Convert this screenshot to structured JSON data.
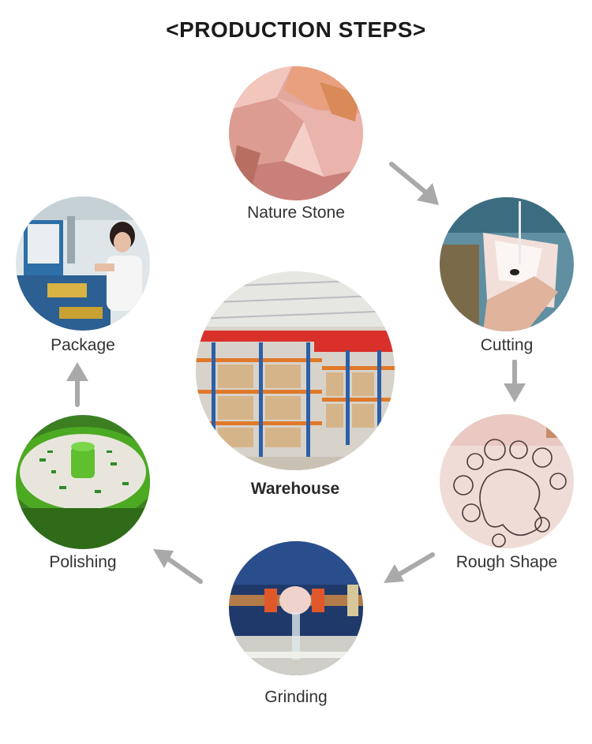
{
  "title": "<PRODUCTION STEPS>",
  "steps": [
    {
      "id": "nature-stone",
      "label": "Nature Stone",
      "image": "rose-quartz-rough-stones"
    },
    {
      "id": "cutting",
      "label": "Cutting",
      "image": "saw-cutting-crystal"
    },
    {
      "id": "rough-shape",
      "label": "Rough Shape",
      "image": "stone-slab-with-drawn-shapes"
    },
    {
      "id": "grinding",
      "label": "Grinding",
      "image": "grinding-wheel-with-water"
    },
    {
      "id": "polishing",
      "label": "Polishing",
      "image": "green-vibratory-tumbler"
    },
    {
      "id": "package",
      "label": "Package",
      "image": "packing-workshop-worker"
    }
  ],
  "center": {
    "id": "warehouse",
    "label": "Warehouse",
    "image": "warehouse-racks-with-boxes"
  },
  "colors": {
    "arrow": "#a9a9a9",
    "title": "#1b1b1b",
    "label": "#333333"
  }
}
